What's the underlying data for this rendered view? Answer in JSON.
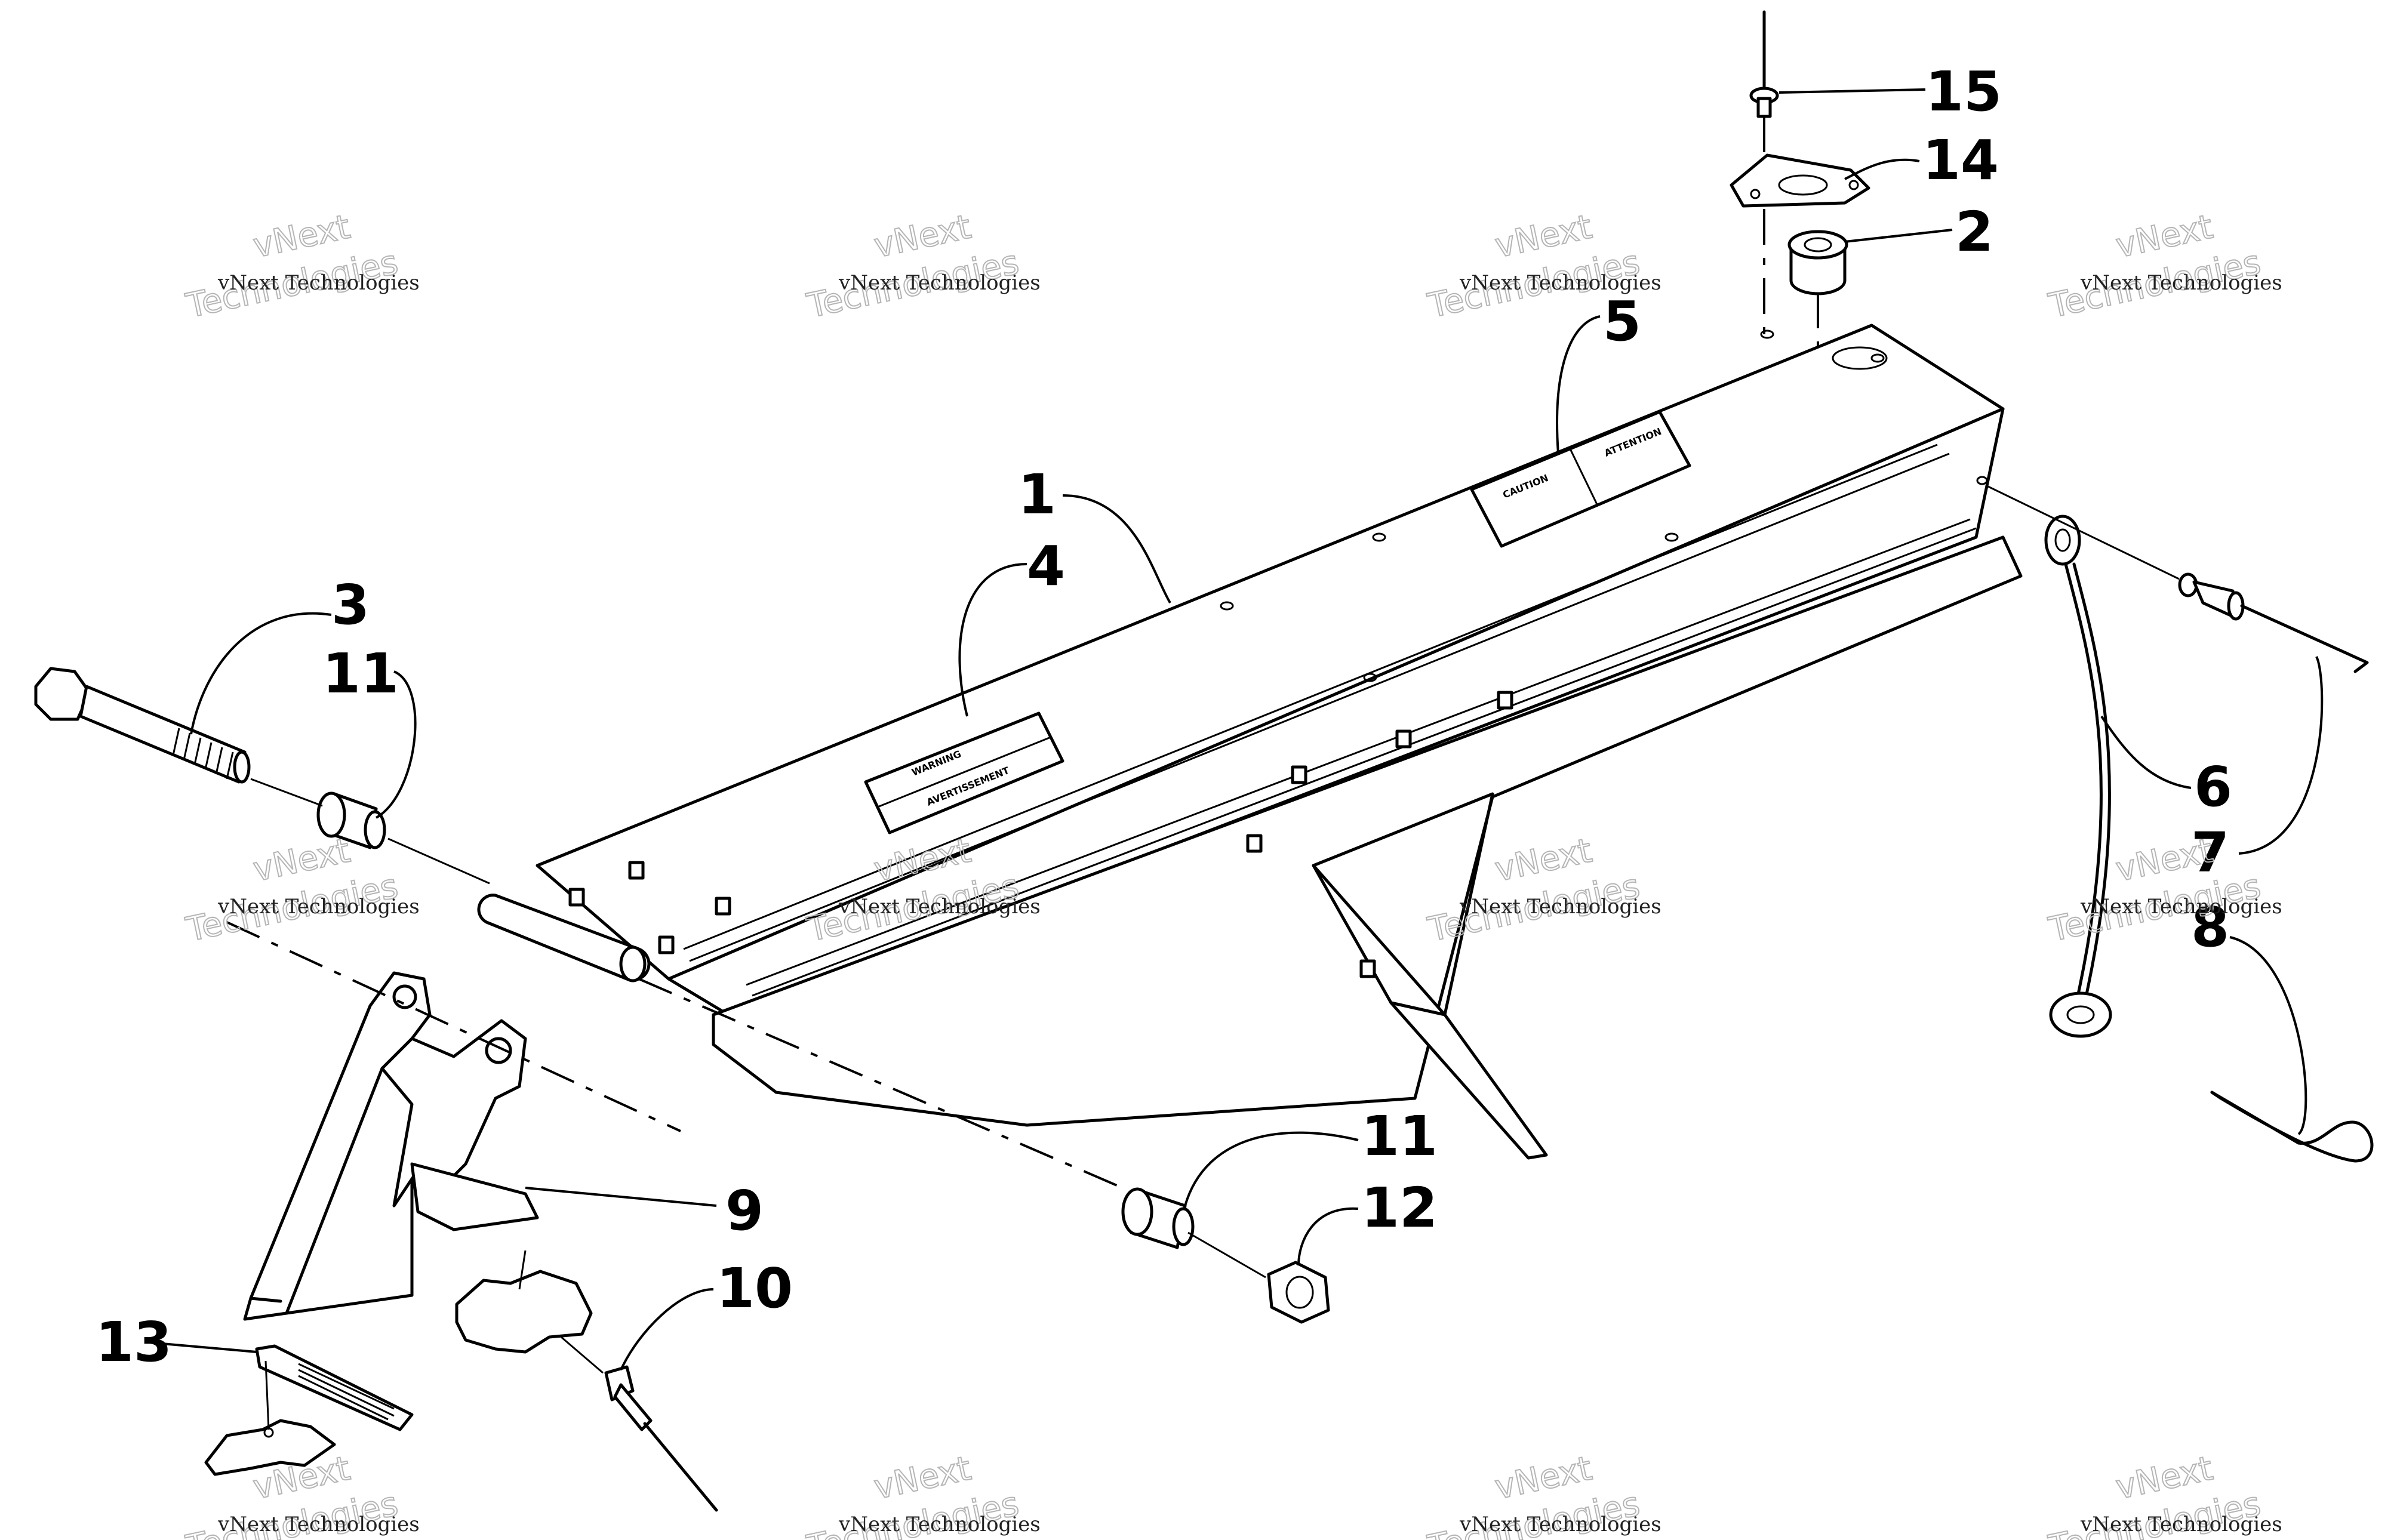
{
  "diagram": {
    "callouts": [
      {
        "id": "c1",
        "text": "1"
      },
      {
        "id": "c2",
        "text": "2"
      },
      {
        "id": "c3",
        "text": "3"
      },
      {
        "id": "c4",
        "text": "4"
      },
      {
        "id": "c5",
        "text": "5"
      },
      {
        "id": "c6",
        "text": "6"
      },
      {
        "id": "c7",
        "text": "7"
      },
      {
        "id": "c8",
        "text": "8"
      },
      {
        "id": "c9",
        "text": "9"
      },
      {
        "id": "c10",
        "text": "10"
      },
      {
        "id": "c11a",
        "text": "11"
      },
      {
        "id": "c11b",
        "text": "11"
      },
      {
        "id": "c12",
        "text": "12"
      },
      {
        "id": "c13",
        "text": "13"
      },
      {
        "id": "c14",
        "text": "14"
      },
      {
        "id": "c15",
        "text": "15"
      }
    ],
    "decals": {
      "warning_label": "WARNING",
      "avertissement_label": "AVERTISSEMENT",
      "caution_label": "CAUTION",
      "attention_label": "ATTENTION"
    }
  },
  "watermark": {
    "line_small": "vNext Technologies",
    "line_big_top": "vNext",
    "line_big_bottom": "Technologies"
  }
}
